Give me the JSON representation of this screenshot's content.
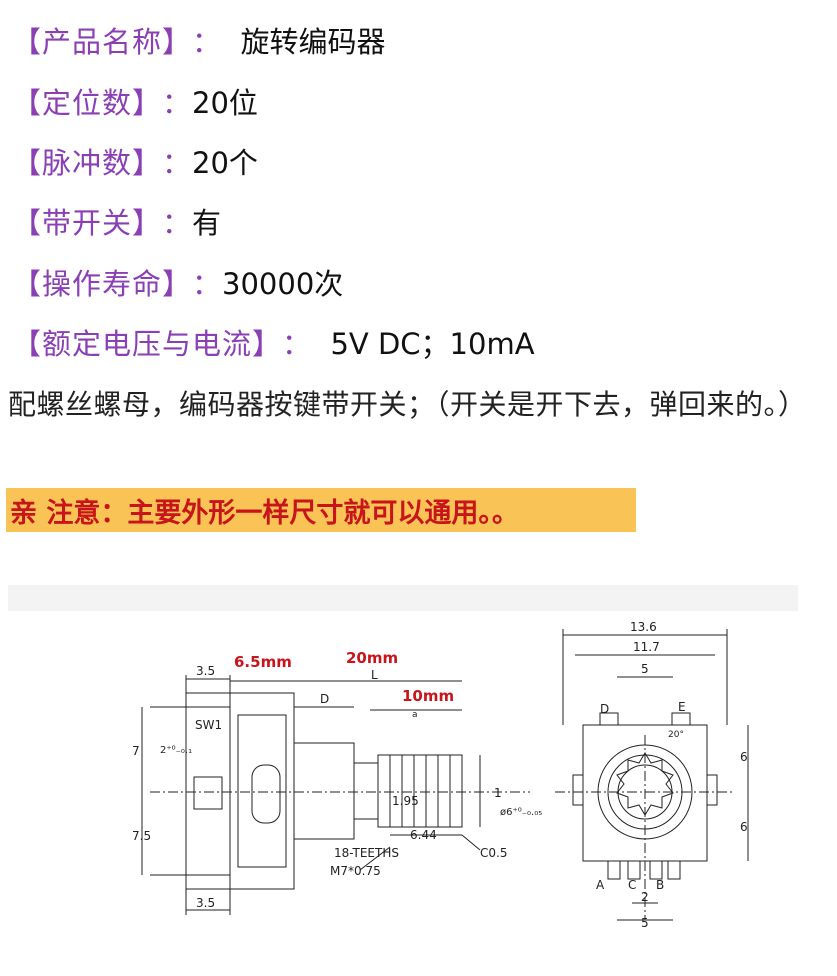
{
  "specs": [
    {
      "label": "【产品名称】",
      "sep": "：",
      "value": "  旋转编码器"
    },
    {
      "label": "【定位数】",
      "sep": "：",
      "value": "20位"
    },
    {
      "label": "【脉冲数】",
      "sep": "：",
      "value": "20个"
    },
    {
      "label": "【带开关】",
      "sep": "：",
      "value": "有"
    },
    {
      "label": "【操作寿命】",
      "sep": "：",
      "value": "30000次"
    },
    {
      "label": "【额定电压与电流】",
      "sep": "：",
      "value": "  5V DC；10mA"
    }
  ],
  "note": "配螺丝螺母，编码器按键带开关；（开关是开下去，弹回来的。）",
  "warning": "亲 注意：主要外形一样尺寸就可以通用。。",
  "drawing": {
    "side": {
      "dim_3_5_top": "3.5",
      "red_6_5": "6.5mm",
      "red_20": "20mm",
      "red_10": "10mm",
      "L": "L",
      "D": "D",
      "a": "a",
      "sw1": "SW1",
      "dim_7": "7",
      "dim_7_5": "7.5",
      "tol_2": "2⁺⁰₋₀.₁",
      "dim_1": "1",
      "dim_1_95": "1.95",
      "dim_6_44": "6.44",
      "dim_phi6": "ø6⁺⁰₋₀.₀₅",
      "teeth": "18-TEETHS",
      "thread": "M7*0.75",
      "chamfer": "C0.5",
      "dim_3_5_bottom": "3.5"
    },
    "front": {
      "dim_13_6": "13.6",
      "dim_11_7": "11.7",
      "dim_5_top": "5",
      "pin_D": "D",
      "pin_E": "E",
      "angle": "20°",
      "dim_6_top": "6",
      "dim_6_bottom": "6",
      "pin_A": "A",
      "pin_C": "C",
      "pin_B": "B",
      "dim_2": "2",
      "dim_5_bottom": "5"
    }
  }
}
